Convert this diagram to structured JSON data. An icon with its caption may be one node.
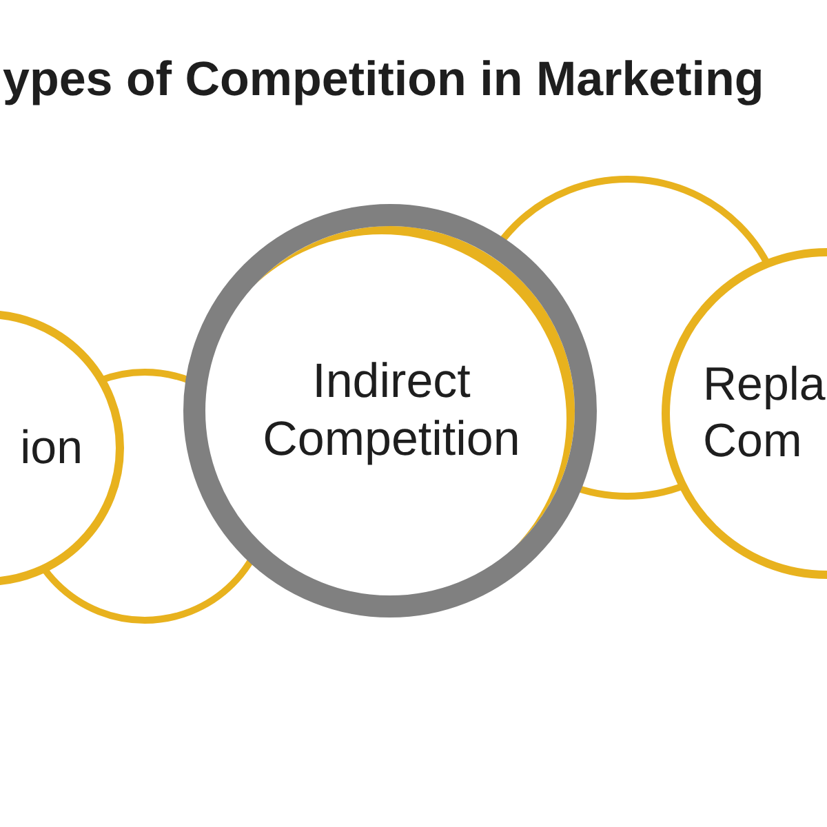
{
  "diagram": {
    "title": "ypes of Competition in Marketing",
    "nodes": [
      {
        "text": [
          "ion"
        ]
      },
      {
        "text": [
          "Indirect Competition"
        ]
      },
      {
        "text": [
          "Repla Com"
        ]
      }
    ]
  }
}
